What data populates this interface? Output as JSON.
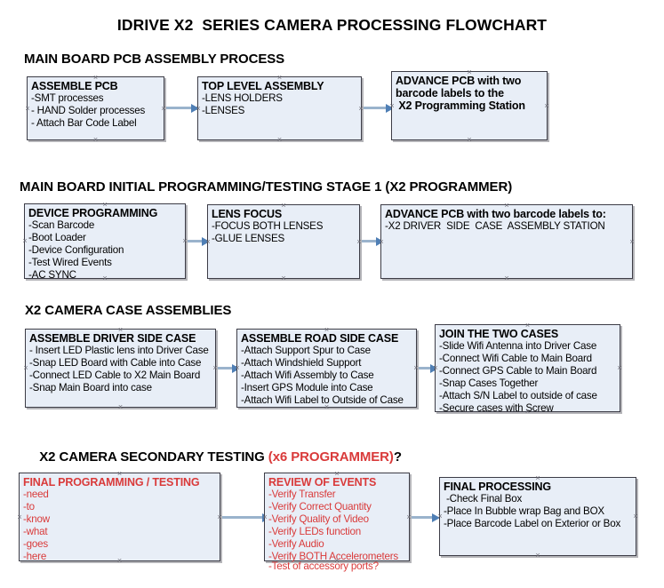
{
  "title": "IDRIVE X2  SERIES CAMERA PROCESSING FLOWCHART",
  "colors": {
    "box_fill": "#e8eef7",
    "box_border": "#3c3c46",
    "accent_red": "#d93a3a",
    "connector_line": "#9ab3cc",
    "connector_head": "#4f7fb5",
    "text": "#000000"
  },
  "sections": [
    {
      "id": "main-board-pcb-assembly-process",
      "heading": "MAIN BOARD PCB ASSEMBLY PROCESS",
      "heading_accent": "",
      "heading_tail": ""
    },
    {
      "id": "main-board-initial-programming",
      "heading": "MAIN BOARD INITIAL PROGRAMMING/TESTING STAGE 1 (X2 PROGRAMMER)",
      "heading_accent": "",
      "heading_tail": ""
    },
    {
      "id": "x2-camera-case-assemblies",
      "heading": "X2 CAMERA CASE ASSEMBLIES",
      "heading_accent": "",
      "heading_tail": ""
    },
    {
      "id": "x2-camera-secondary-testing",
      "heading": "X2 CAMERA SECONDARY TESTING ",
      "heading_accent": "(x6 PROGRAMMER)",
      "heading_tail": "?"
    }
  ],
  "boxes": [
    {
      "id": "assemble-pcb",
      "title": "ASSEMBLE PCB",
      "lines": [
        "-SMT processes",
        "- HAND Solder processes",
        "- Attach Bar Code Label"
      ],
      "overflow_line": ""
    },
    {
      "id": "top-level-assembly",
      "title": "TOP LEVEL ASSEMBLY",
      "lines": [
        "-LENS HOLDERS",
        "-LENSES"
      ],
      "overflow_line": ""
    },
    {
      "id": "advance-pcb-programming-station",
      "title": "ADVANCE PCB with two",
      "lines": [
        "barcode labels to the",
        " X2 Programming Station"
      ],
      "overflow_line": ""
    },
    {
      "id": "device-programming",
      "title": "DEVICE PROGRAMMING",
      "lines": [
        "-Scan Barcode",
        "-Boot Loader",
        "-Device Configuration",
        "-Test Wired Events",
        "-AC SYNC"
      ],
      "overflow_line": ""
    },
    {
      "id": "lens-focus",
      "title": "LENS FOCUS",
      "lines": [
        "-FOCUS BOTH LENSES",
        "-GLUE LENSES"
      ],
      "overflow_line": ""
    },
    {
      "id": "advance-pcb-driver-side-case",
      "title": "ADVANCE PCB with two barcode labels to:",
      "lines": [
        "-X2 DRIVER  SIDE  CASE  ASSEMBLY STATION"
      ],
      "overflow_line": ""
    },
    {
      "id": "assemble-driver-side-case",
      "title": "ASSEMBLE DRIVER SIDE CASE",
      "lines": [
        "- Insert LED Plastic lens into Driver Case",
        "-Snap LED Board with Cable into Case",
        "-Connect LED Cable to X2 Main Board",
        "-Snap Main Board into case"
      ],
      "overflow_line": ""
    },
    {
      "id": "assemble-road-side-case",
      "title": "ASSEMBLE ROAD SIDE CASE",
      "lines": [
        "-Attach Support Spur to Case",
        "-Attach Windshield Support",
        "-Attach Wifi Assembly to Case",
        "-Insert GPS Module into Case",
        "-Attach Wifi Label to Outside of Case"
      ],
      "overflow_line": ""
    },
    {
      "id": "join-the-two-cases",
      "title": "JOIN THE TWO CASES",
      "lines": [
        "-Slide Wifi Antenna into Driver Case",
        "-Connect Wifi Cable to Main Board",
        "-Connect GPS Cable to Main Board",
        "-Snap Cases Together",
        "-Attach S/N Label to outside of case",
        "-Secure cases with Screw"
      ],
      "overflow_line": ""
    },
    {
      "id": "final-programming-testing",
      "title": "FINAL PROGRAMMING / TESTING",
      "lines": [
        "-need",
        "-to",
        "-know",
        "-what",
        "-goes",
        "-here"
      ],
      "overflow_line": ""
    },
    {
      "id": "review-of-events",
      "title": "REVIEW OF EVENTS",
      "lines": [
        "-Verify Transfer",
        "-Verify Correct Quantity",
        "-Verify Quality of Video",
        "-Verify LEDs function",
        "-Verify Audio",
        "-Verify BOTH Accelerometers"
      ],
      "overflow_line": "-Test of accessory ports?"
    },
    {
      "id": "final-processing",
      "title": "FINAL PROCESSING",
      "lines": [
        " -Check Final Box",
        "-Place In Bubble wrap Bag and BOX",
        "-Place Barcode Label on Exterior or Box"
      ],
      "overflow_line": ""
    }
  ]
}
